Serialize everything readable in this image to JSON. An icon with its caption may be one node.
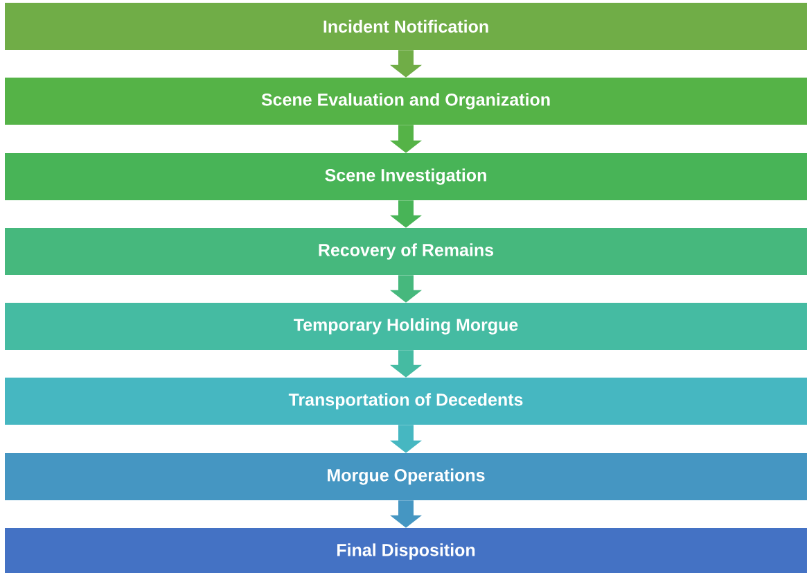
{
  "diagram": {
    "nodes": [
      {
        "text": [
          "Incident Notification"
        ]
      },
      {
        "text": [
          "Scene Evaluation and Organization"
        ]
      },
      {
        "text": [
          "Scene Investigation"
        ]
      },
      {
        "text": [
          "Recovery of Remains"
        ]
      },
      {
        "text": [
          "Temporary Holding Morgue"
        ]
      },
      {
        "text": [
          "Transportation of Decedents"
        ]
      },
      {
        "text": [
          "Morgue Operations"
        ]
      },
      {
        "text": [
          "Final Disposition"
        ]
      }
    ],
    "edges": [
      {
        "from": 0,
        "to": 1,
        "arrow": "to",
        "color": "#70ad47"
      },
      {
        "from": 1,
        "to": 2,
        "arrow": "to",
        "color": "#55b347"
      },
      {
        "from": 2,
        "to": 3,
        "arrow": "to",
        "color": "#48b457"
      },
      {
        "from": 3,
        "to": 4,
        "arrow": "to",
        "color": "#46b87d"
      },
      {
        "from": 4,
        "to": 5,
        "arrow": "to",
        "color": "#45bba2"
      },
      {
        "from": 5,
        "to": 6,
        "arrow": "to",
        "color": "#46b7c1"
      },
      {
        "from": 6,
        "to": 7,
        "arrow": "to",
        "color": "#4596c2"
      }
    ]
  }
}
